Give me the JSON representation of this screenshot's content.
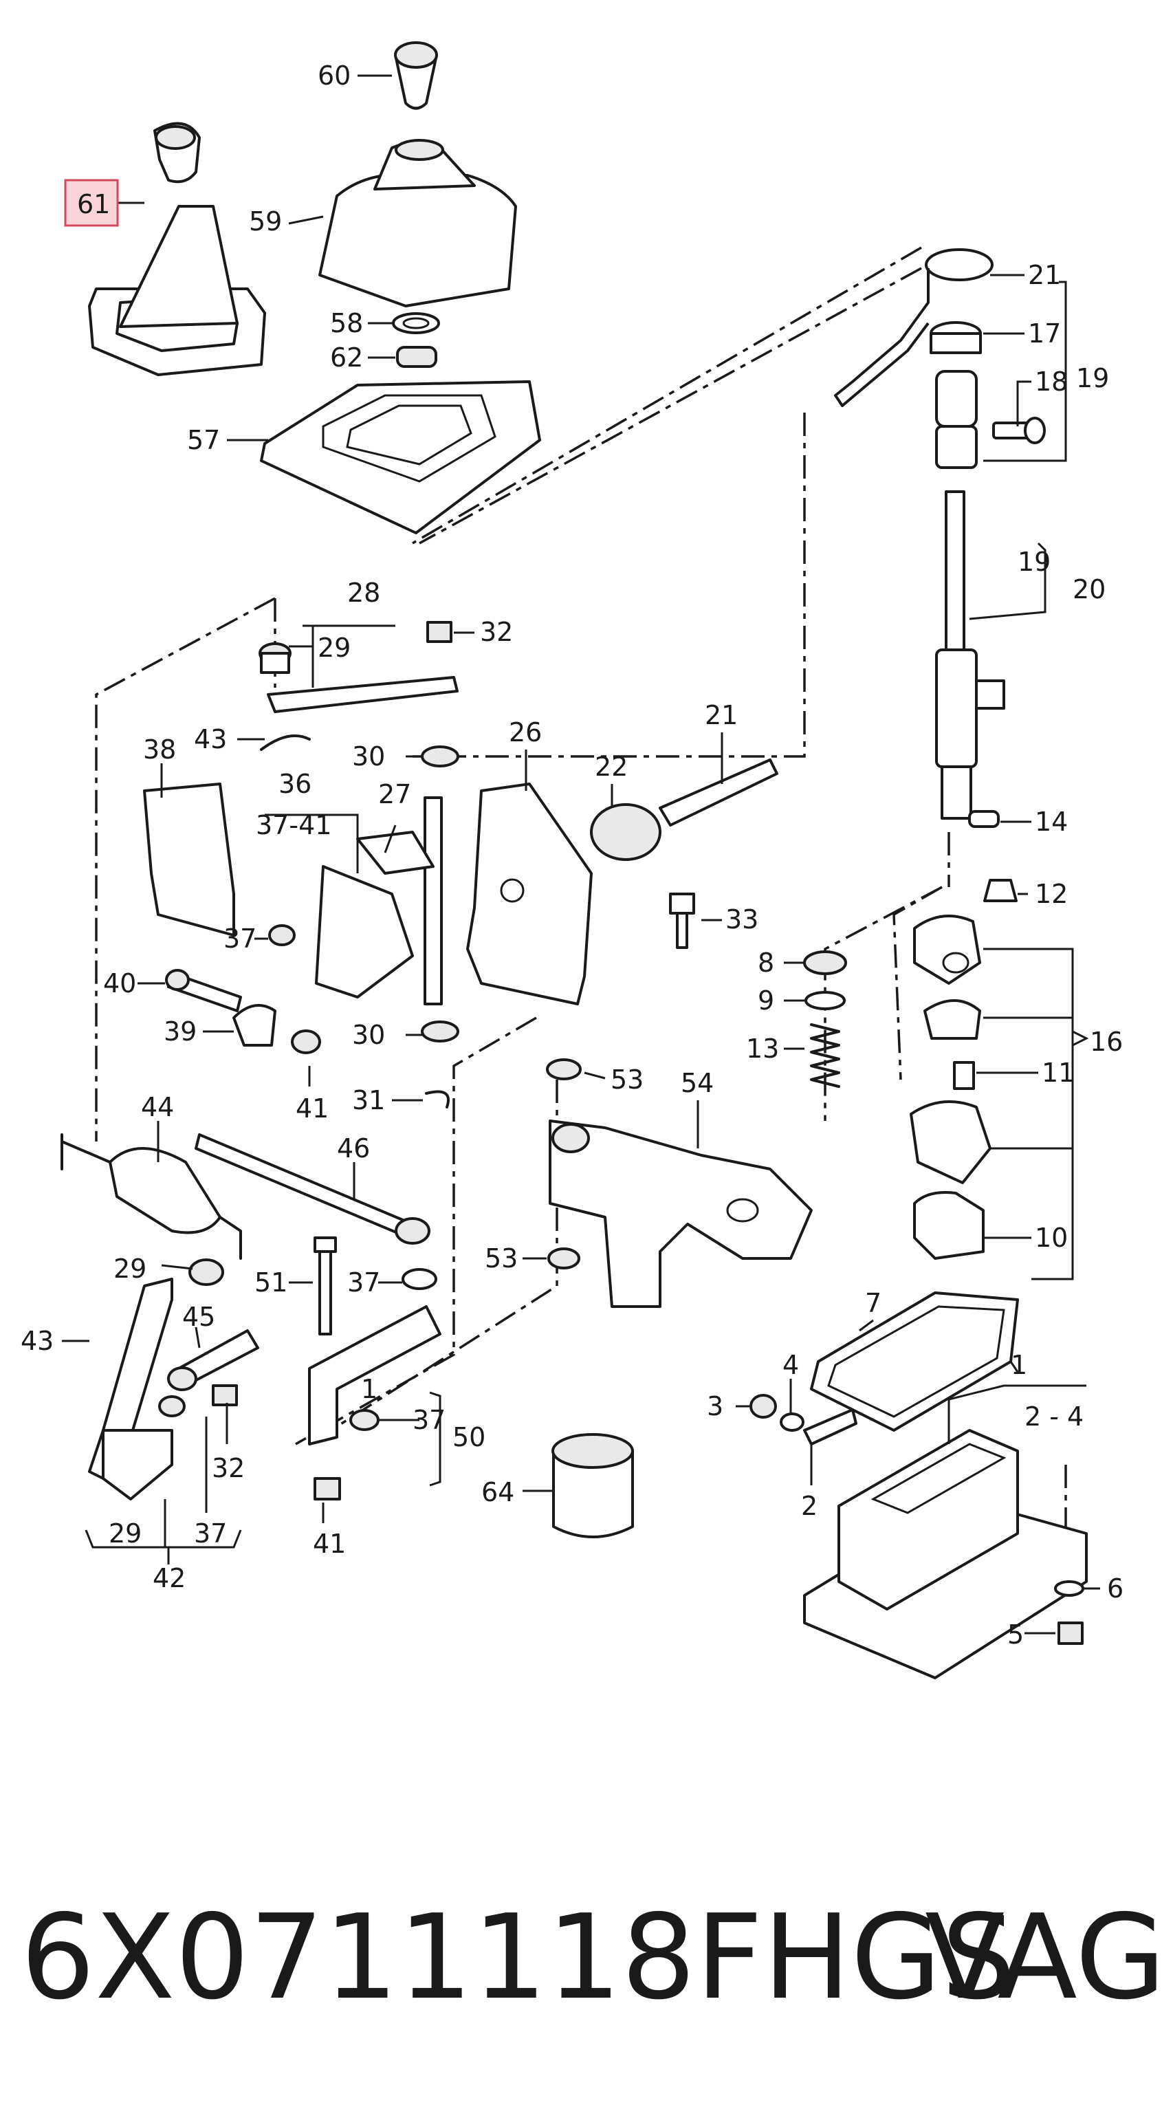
{
  "callouts": {
    "c61": "61",
    "c60": "60",
    "c59": "59",
    "c58": "58",
    "c62": "62",
    "c57": "57",
    "c21a": "21",
    "c17": "17",
    "c18": "18",
    "c19a": "19",
    "c19b": "19",
    "c20": "20",
    "c28": "28",
    "c29a": "29",
    "c32a": "32",
    "c43a": "43",
    "c30a": "30",
    "c26": "26",
    "c21b": "21",
    "c38": "38",
    "c36": "36",
    "c3741": "37-41",
    "c27": "27",
    "c22": "22",
    "c33": "33",
    "c37a": "37",
    "c40": "40",
    "c39": "39",
    "c41a": "41",
    "c30b": "30",
    "c31": "31",
    "c14": "14",
    "c12": "12",
    "c8": "8",
    "c9": "9",
    "c13": "13",
    "c16": "16",
    "c11": "11",
    "c10": "10",
    "c53a": "53",
    "c54": "54",
    "c53b": "53",
    "c44": "44",
    "c46": "46",
    "c29b": "29",
    "c45": "45",
    "c43b": "43",
    "c51": "51",
    "c37b": "37",
    "c1a": "1",
    "c37c": "37",
    "c50": "50",
    "c32b": "32",
    "c37d": "37",
    "c29c": "29",
    "c42": "42",
    "c41b": "41",
    "c64": "64",
    "c7": "7",
    "c1b": "1",
    "c24": "2 - 4",
    "c4": "4",
    "c3": "3",
    "c2": "2",
    "c6": "6",
    "c5": "5"
  },
  "highlight": {
    "color": "#f9d5d9",
    "border": "#d0485a",
    "target": "61"
  },
  "footer": {
    "part_number": "6X0711118FHGS",
    "brand": "VAG"
  }
}
